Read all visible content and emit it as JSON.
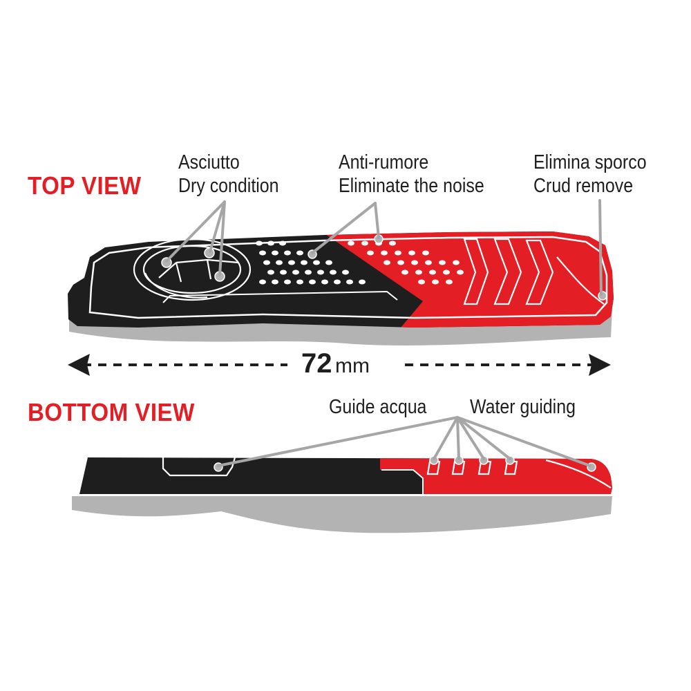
{
  "top_view": {
    "title": "TOP VIEW",
    "callouts": [
      {
        "line1": "Asciutto",
        "line2": "Dry condition"
      },
      {
        "line1": "Anti-rumore",
        "line2": "Eliminate the noise"
      },
      {
        "line1": "Elimina sporco",
        "line2": "Crud remove"
      }
    ]
  },
  "dimension": {
    "value": "72",
    "unit": "mm"
  },
  "bottom_view": {
    "title": "BOTTOM VIEW",
    "callouts": [
      {
        "label": "Guide acqua"
      },
      {
        "label": "Water guiding"
      }
    ]
  },
  "colors": {
    "accent": "#e31e24",
    "pad_black": "#1e1e1e",
    "pad_red": "#e31e24",
    "base_gray": "#b3b3b3",
    "leader_gray": "#a6a6a6"
  }
}
